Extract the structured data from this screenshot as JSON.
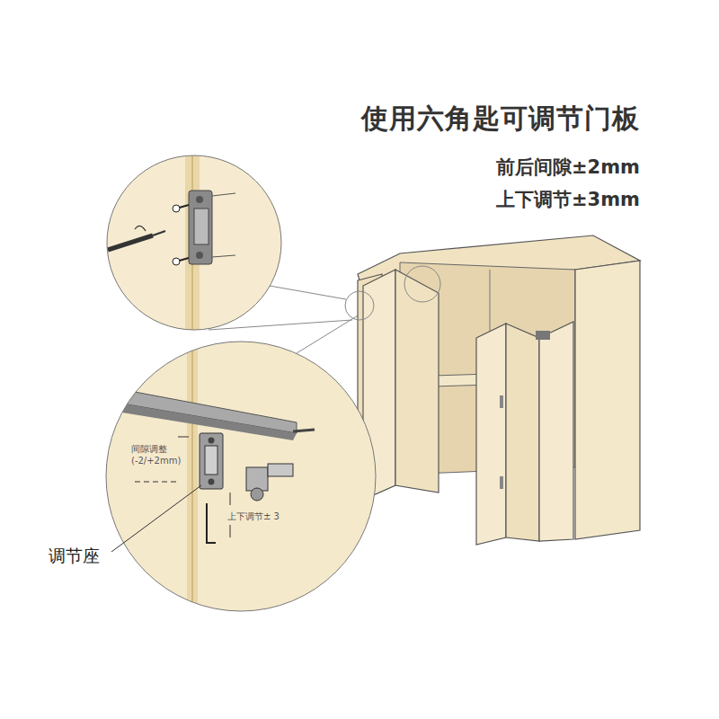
{
  "diagram": {
    "title": "使用六角匙可调节门板",
    "labels": [
      "前后间隙±2mm",
      "上下调节±3mm",
      "间隙调整 (-2/+2mm)",
      "上下调节± 3",
      "调节座"
    ]
  }
}
